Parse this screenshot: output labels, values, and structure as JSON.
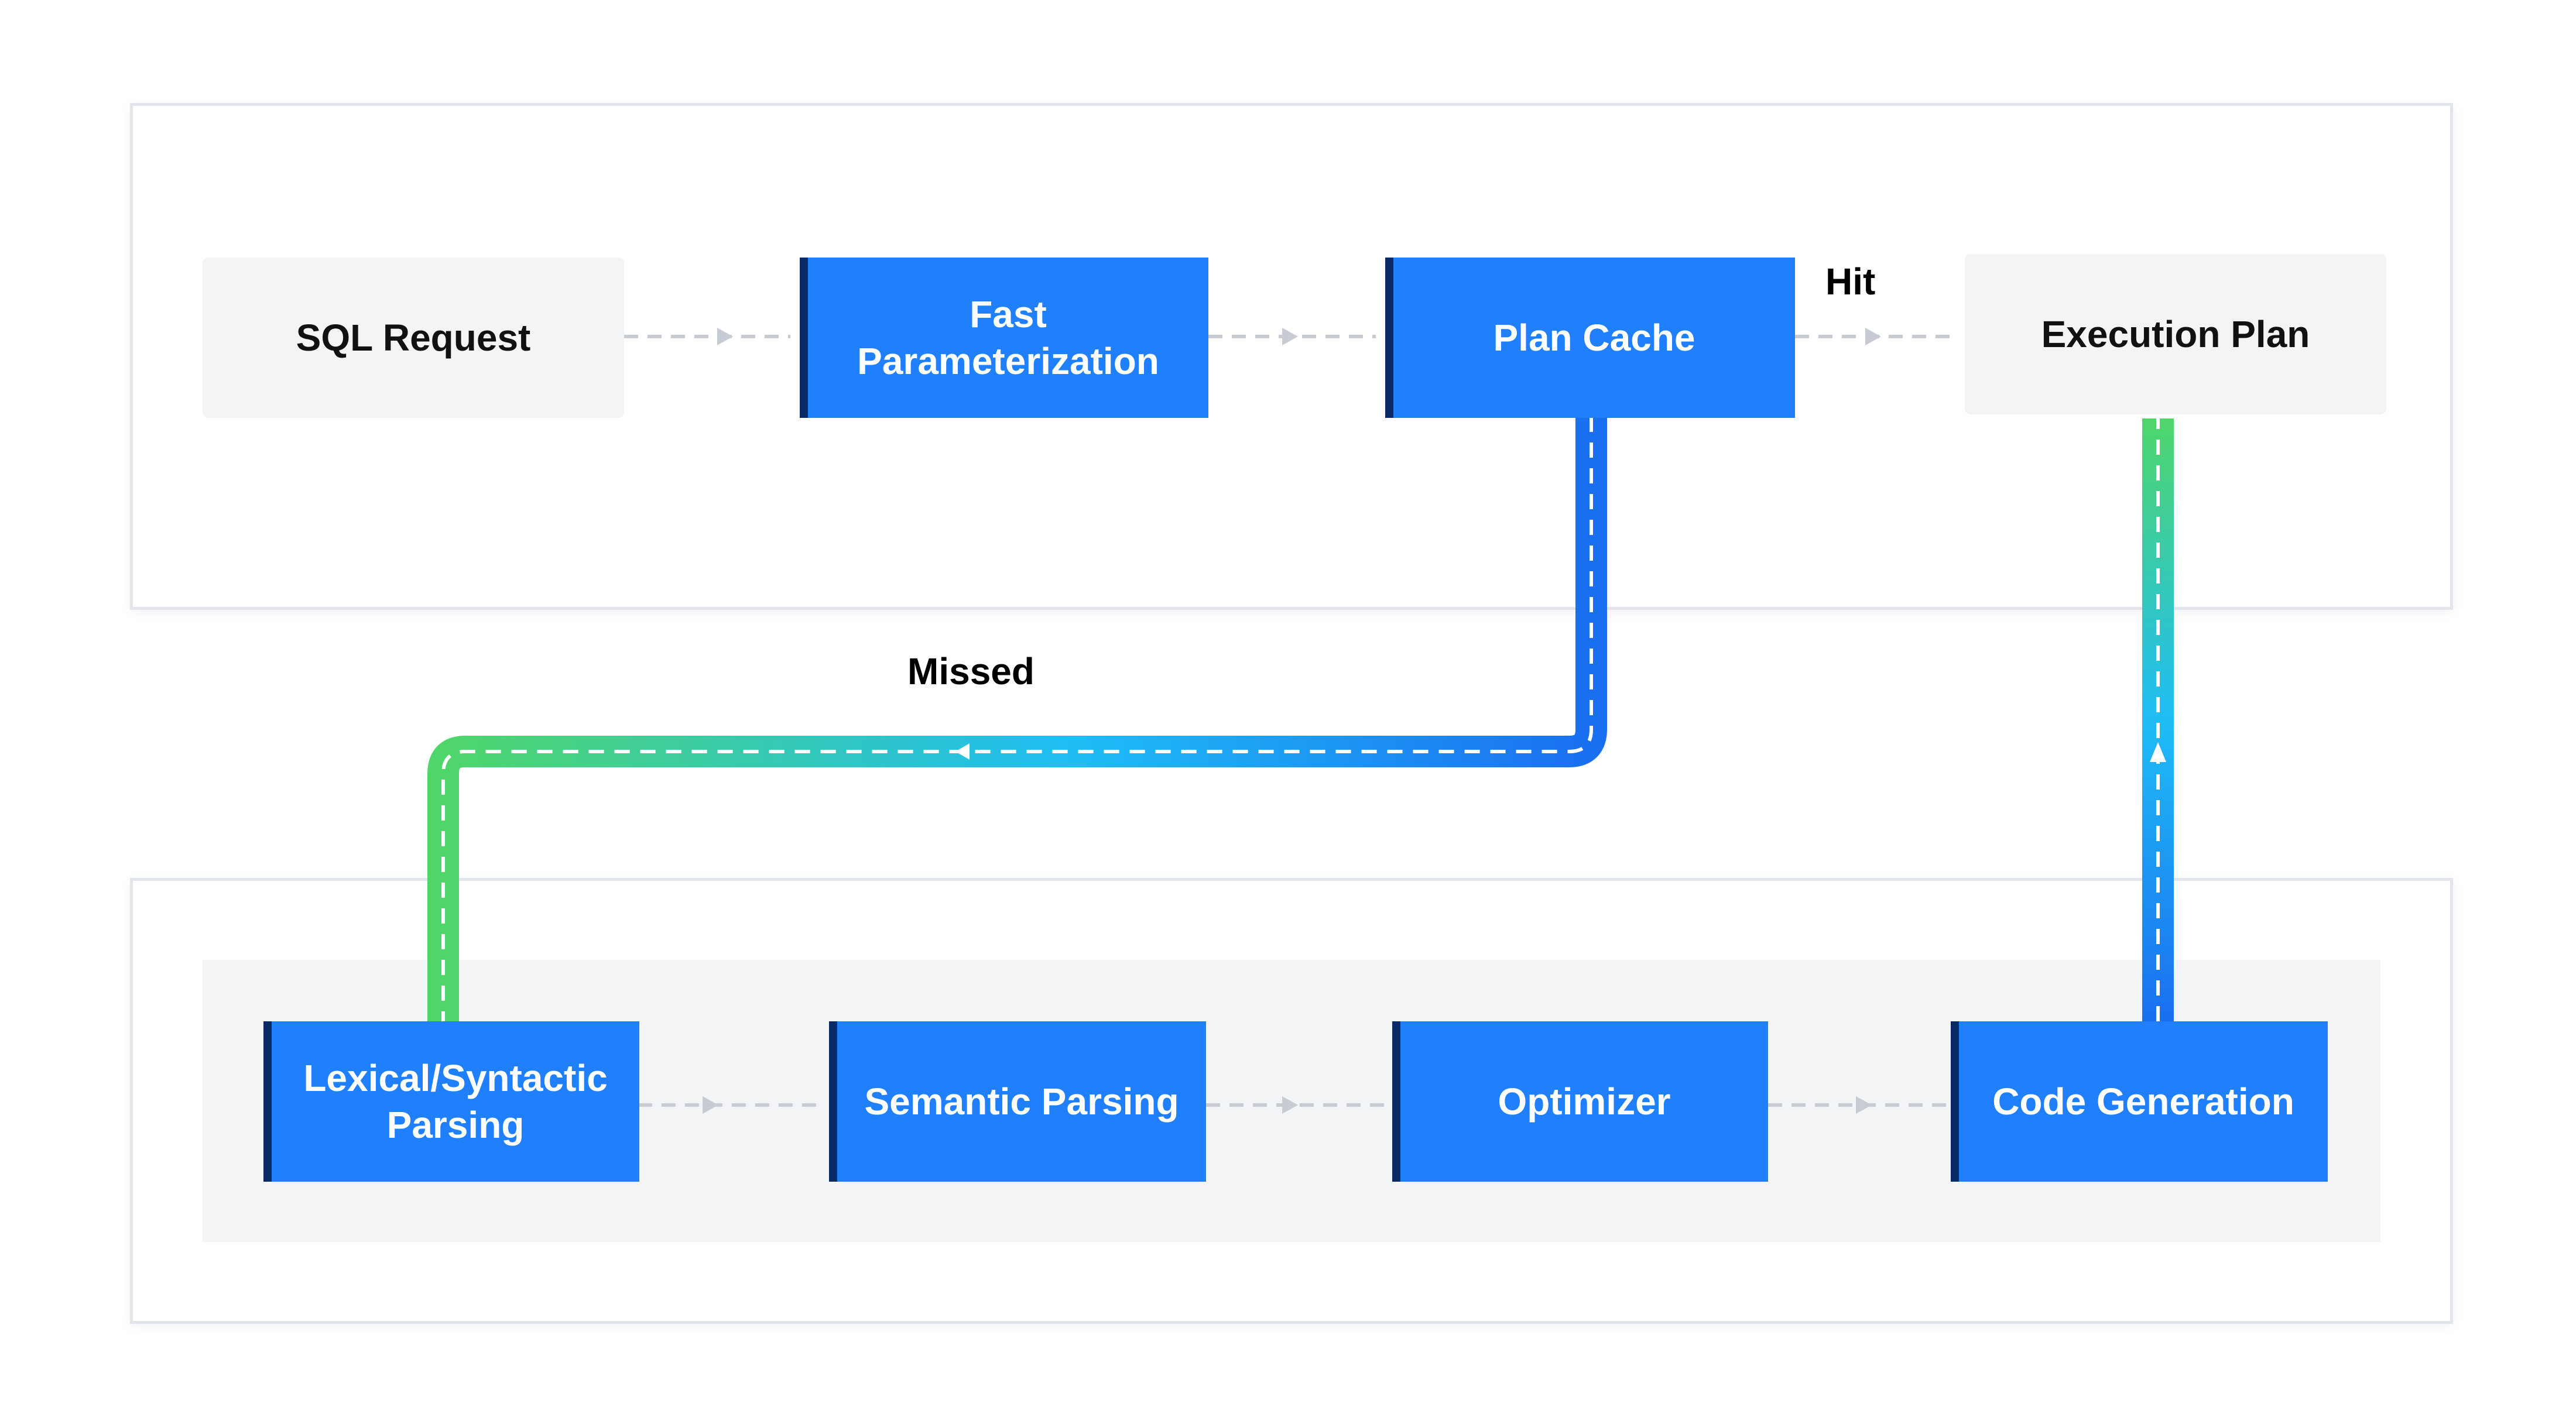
{
  "nodes": {
    "sql_request": "SQL Request",
    "fast_parameterization": "Fast\nParameterization",
    "plan_cache": "Plan Cache",
    "execution_plan": "Execution Plan",
    "lexical_syntactic_parsing": "Lexical/Syntactic\nParsing",
    "semantic_parsing": "Semantic Parsing",
    "optimizer": "Optimizer",
    "code_generation": "Code Generation"
  },
  "edge_labels": {
    "hit": "Hit",
    "missed": "Missed"
  },
  "colors": {
    "node_blue": "#2080fb",
    "node_edge": "#0a2a66",
    "node_grey": "#f3f4f6",
    "flow_blue": "#1a6ff0",
    "flow_cyan": "#1fbdf6",
    "flow_green": "#4fd66a"
  }
}
